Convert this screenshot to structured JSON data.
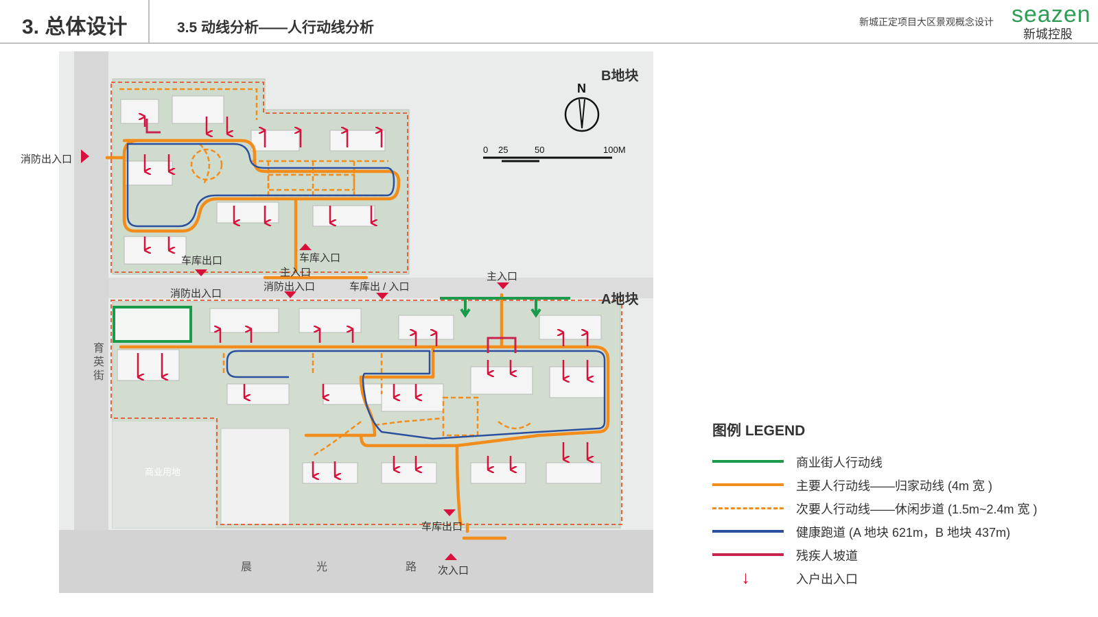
{
  "header": {
    "section": "3. 总体设计",
    "subtitle": "3.5 动线分析——人行动线分析",
    "project": "新城正定项目大区景观概念设计",
    "brand": "seazen",
    "brand_cn": "新城控股"
  },
  "map": {
    "plot_b": "B地块",
    "plot_a": "A地块",
    "north": "N",
    "scale": {
      "ticks": [
        "0",
        "25",
        "50",
        "100M"
      ]
    },
    "street_west": [
      "育",
      "英",
      "街"
    ],
    "street_south": [
      "晨",
      "光",
      "路"
    ],
    "commercial": "商业用地",
    "labels": {
      "fire_west": "消防出入口",
      "garage_exit_b": "车库出口",
      "fire_a": "消防出入口",
      "main_b": "主入口",
      "garage_entry_b": "车库入口",
      "fire_mid": "消防出入口",
      "garage_inout": "车库出 / 入口",
      "main_a": "主入口",
      "garage_exit_a": "车库出口",
      "secondary": "次入口"
    }
  },
  "legend": {
    "title": "图例  LEGEND",
    "items": [
      {
        "label": "商业街人行动线",
        "color": "#1a9a4b",
        "style": "solid"
      },
      {
        "label": "主要人行动线——归家动线 (4m 宽 )",
        "color": "#f28c1b",
        "style": "solid"
      },
      {
        "label": "次要人行动线——休闲步道 (1.5m~2.4m 宽 )",
        "color": "#f28c1b",
        "style": "dashed"
      },
      {
        "label": "健康跑道 (A 地块 621m，B 地块 437m)",
        "color": "#2a4f9e",
        "style": "solid"
      },
      {
        "label": "残疾人坡道",
        "color": "#c8234f",
        "style": "solid"
      },
      {
        "label": "入户出入口",
        "color": "#d7113b",
        "style": "arrow"
      }
    ]
  }
}
